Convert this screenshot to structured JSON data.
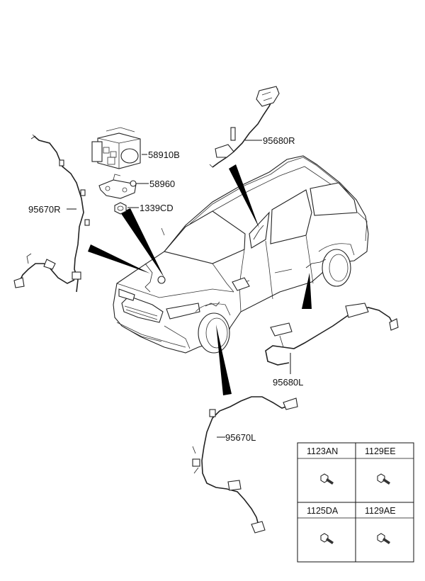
{
  "parts": {
    "p58910B": "58910B",
    "p58960": "58960",
    "p1339CD": "1339CD",
    "p95670R": "95670R",
    "p95680R": "95680R",
    "p95680L": "95680L",
    "p95670L": "95670L"
  },
  "fastener_table": {
    "cells": [
      "1123AN",
      "1129EE",
      "1125DA",
      "1129AE"
    ]
  }
}
